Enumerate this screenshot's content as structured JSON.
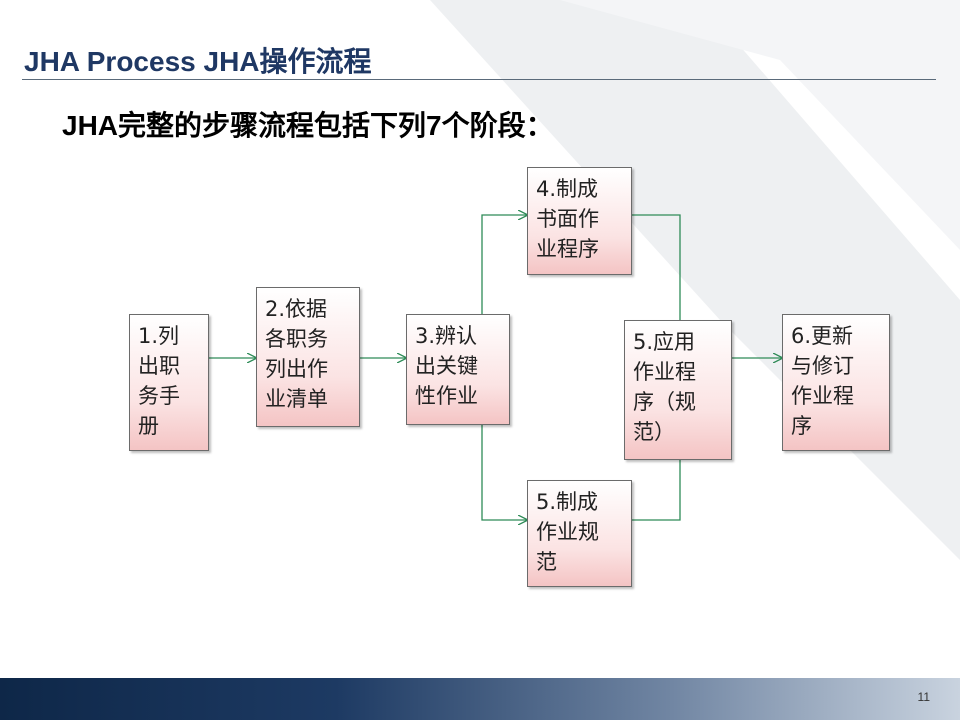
{
  "slide": {
    "title": "JHA Process  JHA操作流程",
    "subtitle": "JHA完整的步骤流程包括下列7个阶段：",
    "page_number": "11"
  },
  "steps": [
    {
      "id": "s1",
      "text": "1.列\n出职\n务手\n册"
    },
    {
      "id": "s2",
      "text": "2.依据\n各职务\n列出作\n业清单"
    },
    {
      "id": "s3",
      "text": "3.辨认\n出关键\n性作业"
    },
    {
      "id": "s4",
      "text": "4.制成\n书面作\n业程序"
    },
    {
      "id": "s5b",
      "text": "5.制成\n作业规\n范"
    },
    {
      "id": "s5a",
      "text": "5.应用\n作业程\n序（规\n范）"
    },
    {
      "id": "s6",
      "text": "6.更新\n与修订\n作业程\n序"
    }
  ],
  "colors": {
    "title": "#1f3864",
    "connector": "#2e8b57",
    "box_border": "#6b6b6b",
    "box_fill_bottom": "#f4c4c4",
    "footer_dark": "#0e2748"
  }
}
